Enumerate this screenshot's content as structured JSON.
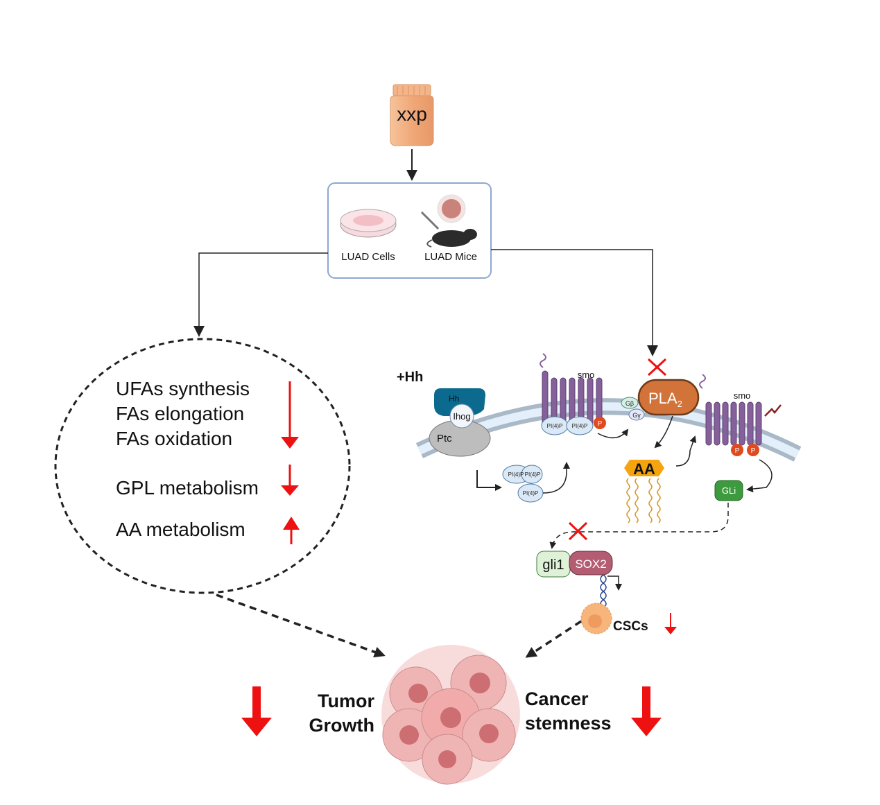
{
  "drug": {
    "label": "xxp"
  },
  "models": {
    "cells_label": "LUAD Cells",
    "mice_label": "LUAD  Mice"
  },
  "metabolism": {
    "group1": [
      "UFAs synthesis",
      "FAs elongation",
      "FAs oxidation"
    ],
    "group1_direction": "down",
    "gpl": "GPL metabolism",
    "gpl_direction": "down",
    "aa": "AA metabolism",
    "aa_direction": "up"
  },
  "pathway": {
    "hh_stimulus": "+Hh",
    "hh": "Hh",
    "ihog": "Ihog",
    "ptc": "Ptc",
    "pi4p": "PI(4)P",
    "smo1": "smo",
    "smo2": "smo",
    "phospho": "P",
    "gbeta": "Gβ",
    "ggamma": "Gγ",
    "pla2": "PLA",
    "pla2_sub": "2",
    "aa": "AA",
    "gli": "GLi",
    "gli1": "gli1",
    "sox2": "SOX2",
    "cscs": "CSCs",
    "cscs_direction": "down"
  },
  "outcomes": {
    "tumor_line1": "Tumor",
    "tumor_line2": "Growth",
    "stem_line1": "Cancer",
    "stem_line2": "stemness"
  },
  "colors": {
    "red": "#ee1111",
    "smo": "#85609a",
    "pla2": "#d2733a",
    "hh": "#0c6a8f",
    "gli": "#3e9a3e",
    "sox2": "#b45c72",
    "drug": "#f2b07f"
  }
}
